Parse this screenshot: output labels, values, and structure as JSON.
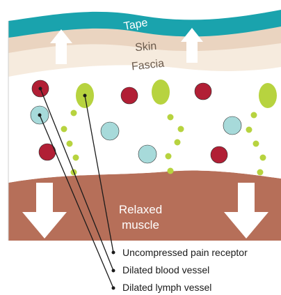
{
  "layers": {
    "tape": "Tape",
    "skin": "Skin",
    "fascia": "Fascia",
    "muscle_line1": "Relaxed",
    "muscle_line2": "muscle"
  },
  "legend": [
    "Uncompressed pain receptor",
    "Dilated blood vessel",
    "Dilated lymph vessel"
  ],
  "colors": {
    "tape": "#1aa3ad",
    "skin_dark": "#e9d3bf",
    "skin_light": "#f5e9dc",
    "muscle": "#b66f59",
    "blood_vessel": "#b11f35",
    "lymph_vessel": "#a7dada",
    "pain_receptor": "#b7d33f"
  }
}
